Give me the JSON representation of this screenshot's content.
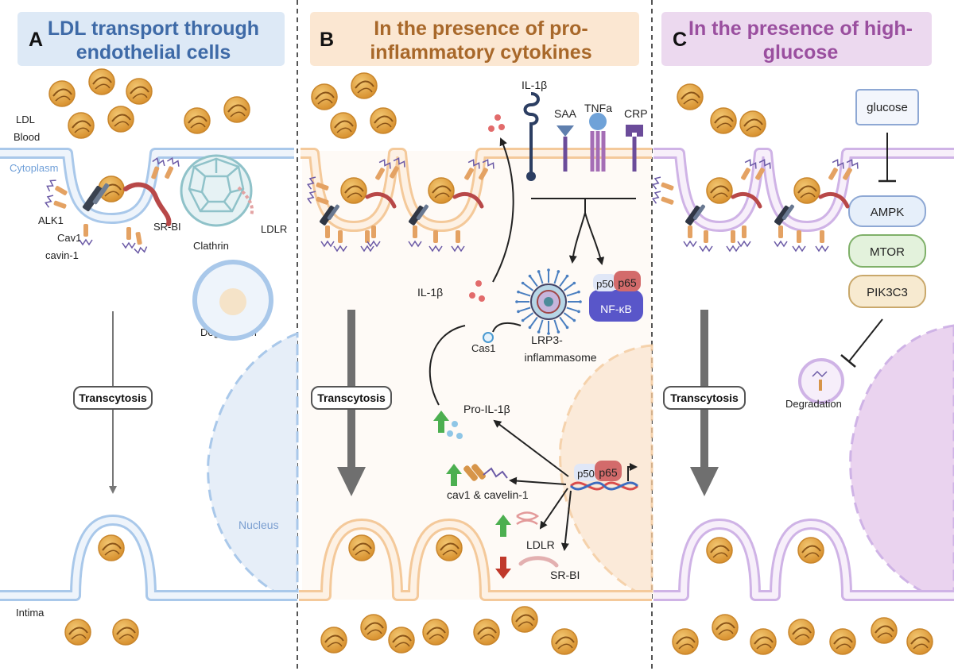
{
  "panels": {
    "a": {
      "letter": "A",
      "title_line1": "LDL transport through",
      "title_line2": "endothelial cells",
      "title_color": "#3e6aa7",
      "box_color": "#dde9f6",
      "membrane_color": "#a9c8ea",
      "labels": {
        "ldl": "LDL",
        "blood": "Blood",
        "cytoplasm": "Cytoplasm",
        "alk1": "ALK1",
        "cav1": "Cav1",
        "cavin1": "cavin-1",
        "srbi": "SR-BI",
        "clathrin": "Clathrin",
        "ldlr": "LDLR",
        "degradation": "Degradation",
        "transcytosis": "Transcytosis",
        "nucleus": "Nucleus",
        "intima": "Intima"
      }
    },
    "b": {
      "letter": "B",
      "title_line1": "In the presence of pro-",
      "title_line2": "inflammatory cytokines",
      "title_color": "#a8682a",
      "box_color": "#fbe7d2",
      "membrane_color": "#f4c99a",
      "labels": {
        "il1b_top": "IL-1β",
        "saa": "SAA",
        "tnfa": "TNFa",
        "crp": "CRP",
        "il1b_left": "IL-1β",
        "cas1": "Cas1",
        "lrp3_line1": "LRP3-",
        "lrp3_line2": "inflammasome",
        "p50": "p50",
        "p65": "p65",
        "nfkb": "NF-κB",
        "pro_il1b": "Pro-IL-1β",
        "cav_cavelin": "cav1 & cavelin-1",
        "ldlr": "LDLR",
        "srbi": "SR-BI",
        "transcytosis": "Transcytosis",
        "dna_p50": "p50",
        "dna_p65": "p65"
      }
    },
    "c": {
      "letter": "C",
      "title_line1": "In the presence of high-",
      "title_line2": "glucose",
      "title_color": "#9a4f9f",
      "box_color": "#ecd9ef",
      "membrane_color": "#cfb3e6",
      "labels": {
        "glucose": "glucose",
        "ampk": "AMPK",
        "mtor": "MTOR",
        "pik3c3": "PIK3C3",
        "degradation": "Degradation",
        "transcytosis": "Transcytosis"
      }
    }
  },
  "colors": {
    "ldl": "#e6a94a",
    "up_arrow": "#4caf50",
    "down_arrow": "#c0392b",
    "ampk_fill": "#e6effa",
    "mtor_fill": "#e3f2dc",
    "pik3c3_fill": "#f7ead0"
  }
}
